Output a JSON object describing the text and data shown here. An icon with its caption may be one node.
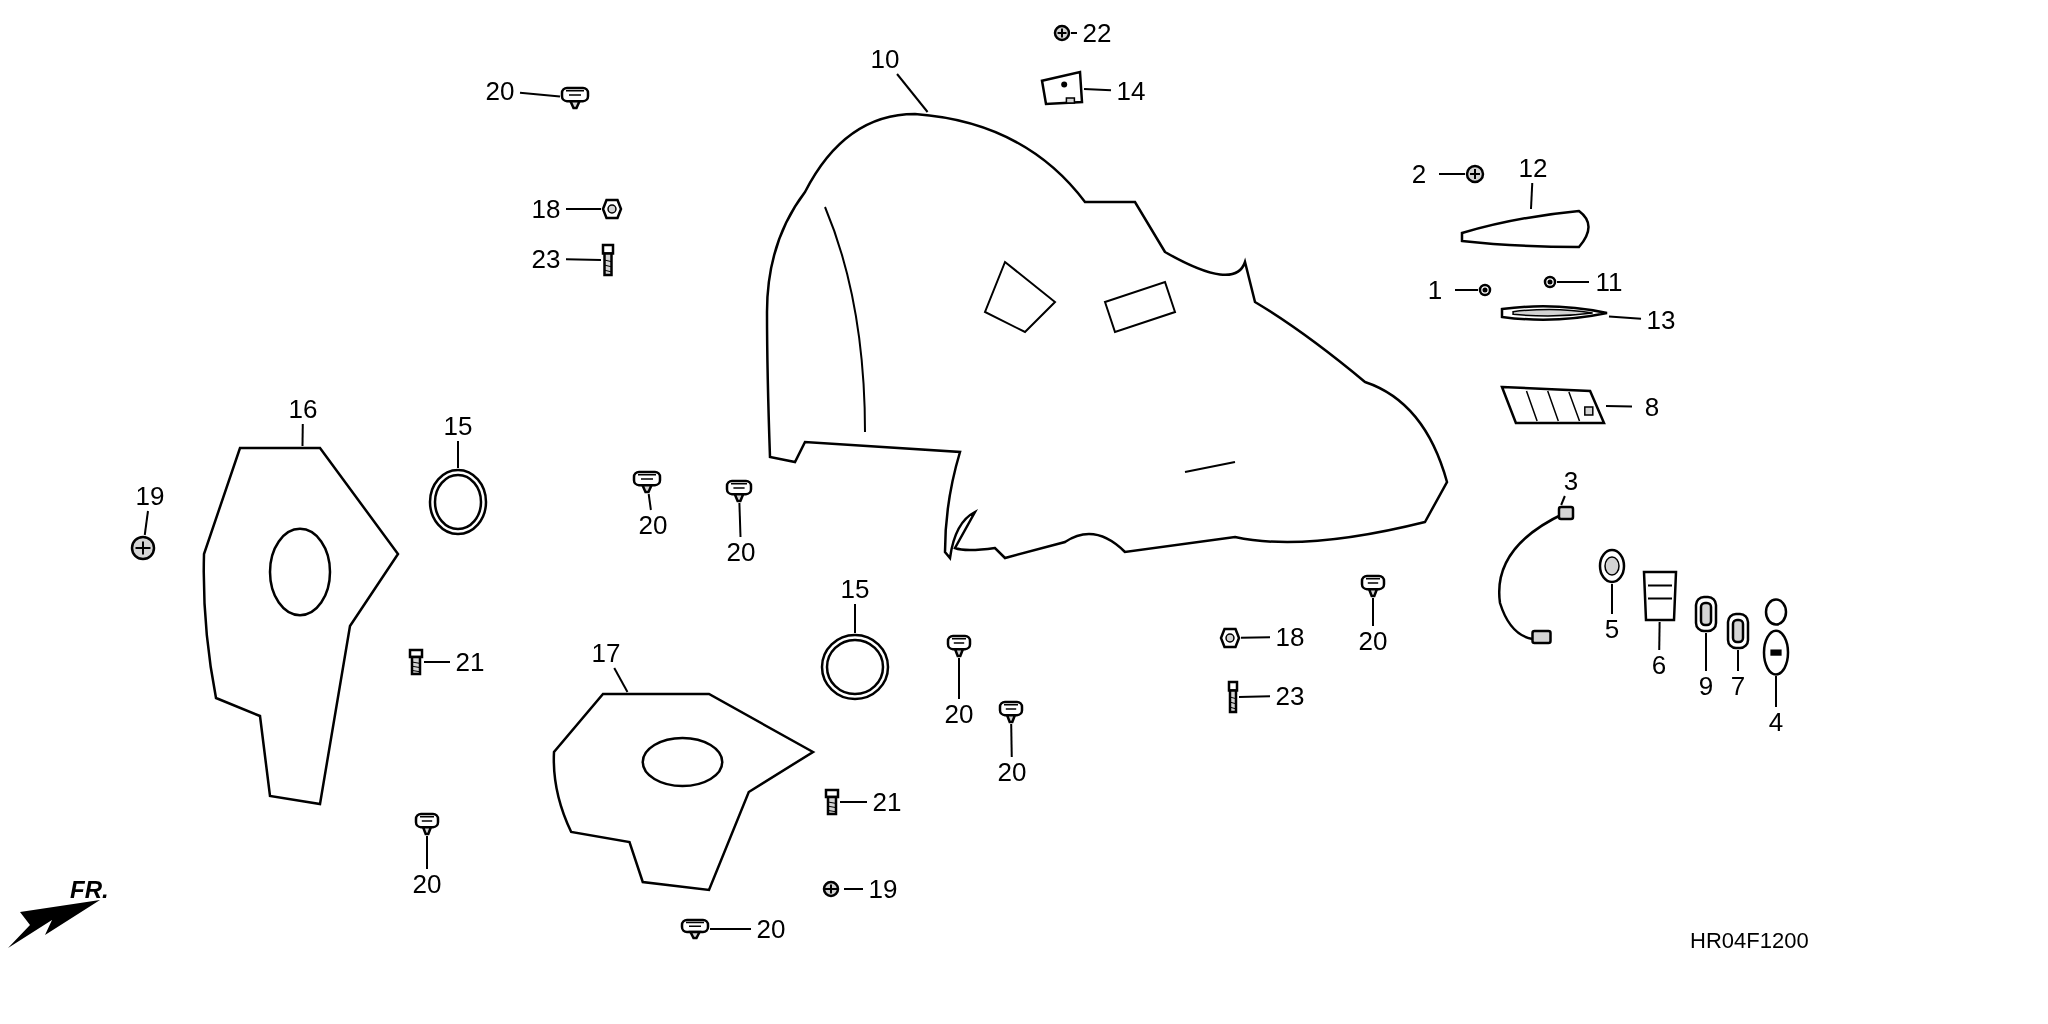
{
  "diagram": {
    "nodes": [
      {
        "text": [
          "10"
        ]
      },
      {
        "text": [
          "20"
        ]
      },
      {
        "text": [
          "22"
        ]
      },
      {
        "text": [
          "14"
        ]
      },
      {
        "text": [
          "2"
        ]
      },
      {
        "text": [
          "12"
        ]
      },
      {
        "text": [
          "18"
        ]
      },
      {
        "text": [
          "23"
        ]
      },
      {
        "text": [
          "1"
        ]
      },
      {
        "text": [
          "11"
        ]
      },
      {
        "text": [
          "13"
        ]
      },
      {
        "text": [
          "16"
        ]
      },
      {
        "text": [
          "15"
        ]
      },
      {
        "text": [
          "8"
        ]
      },
      {
        "text": [
          "19"
        ]
      },
      {
        "text": [
          "20"
        ]
      },
      {
        "text": [
          "3"
        ]
      },
      {
        "text": [
          "20"
        ]
      },
      {
        "text": [
          "15"
        ]
      },
      {
        "text": [
          "21"
        ]
      },
      {
        "text": [
          "17"
        ]
      },
      {
        "text": [
          "18"
        ]
      },
      {
        "text": [
          "5"
        ]
      },
      {
        "text": [
          "20"
        ]
      },
      {
        "text": [
          "6"
        ]
      },
      {
        "text": [
          "9"
        ]
      },
      {
        "text": [
          "7"
        ]
      },
      {
        "text": [
          "4"
        ]
      },
      {
        "text": [
          "23"
        ]
      },
      {
        "text": [
          "20"
        ]
      },
      {
        "text": [
          "21"
        ]
      },
      {
        "text": [
          "20"
        ]
      },
      {
        "text": [
          "20"
        ]
      },
      {
        "text": [
          "19"
        ]
      },
      {
        "text": [
          "20"
        ]
      },
      {
        "text": [],
        "shape": "picture"
      },
      {
        "text": [],
        "shape": "picture"
      },
      {
        "text": [],
        "shape": "picture"
      },
      {
        "text": [],
        "shape": "picture"
      },
      {
        "text": [],
        "shape": "picture"
      },
      {
        "text": [],
        "shape": "picture"
      },
      {
        "text": [],
        "shape": "picture"
      },
      {
        "text": [],
        "shape": "picture"
      },
      {
        "text": [],
        "shape": "picture"
      },
      {
        "text": [],
        "shape": "picture"
      },
      {
        "text": [],
        "shape": "picture"
      },
      {
        "text": [],
        "shape": "picture"
      },
      {
        "text": [],
        "shape": "picture"
      },
      {
        "text": [],
        "shape": "picture"
      },
      {
        "text": [],
        "shape": "picture"
      },
      {
        "text": [],
        "shape": "picture"
      },
      {
        "text": [],
        "shape": "picture"
      },
      {
        "text": [],
        "shape": "picture"
      },
      {
        "text": [],
        "shape": "picture"
      },
      {
        "text": [],
        "shape": "picture"
      },
      {
        "text": [],
        "shape": "picture"
      },
      {
        "text": [],
        "shape": "picture"
      },
      {
        "text": [],
        "shape": "picture"
      },
      {
        "text": [],
        "shape": "picture"
      },
      {
        "text": [],
        "shape": "picture"
      },
      {
        "text": [],
        "shape": "picture"
      },
      {
        "text": [],
        "shape": "picture"
      },
      {
        "text": [],
        "shape": "picture"
      },
      {
        "text": [],
        "shape": "picture"
      },
      {
        "text": [],
        "shape": "picture"
      },
      {
        "text": [],
        "shape": "picture"
      },
      {
        "text": [],
        "shape": "picture"
      },
      {
        "text": [],
        "shape": "picture"
      },
      {
        "text": [],
        "shape": "picture"
      },
      {
        "text": [],
        "shape": "picture"
      }
    ],
    "edges": [
      {
        "from": 0,
        "to": 35,
        "arrow": "none"
      },
      {
        "from": 1,
        "to": 36,
        "arrow": "none"
      },
      {
        "from": 2,
        "to": 37,
        "arrow": "none"
      },
      {
        "from": 3,
        "to": 38,
        "arrow": "none"
      },
      {
        "from": 4,
        "to": 39,
        "arrow": "none"
      },
      {
        "from": 5,
        "to": 40,
        "arrow": "none"
      },
      {
        "from": 6,
        "to": 41,
        "arrow": "none"
      },
      {
        "from": 7,
        "to": 42,
        "arrow": "none"
      },
      {
        "from": 8,
        "to": 43,
        "arrow": "none"
      },
      {
        "from": 9,
        "to": 44,
        "arrow": "none"
      },
      {
        "from": 10,
        "to": 45,
        "arrow": "none"
      },
      {
        "from": 11,
        "to": 46,
        "arrow": "none"
      },
      {
        "from": 12,
        "to": 47,
        "arrow": "none"
      },
      {
        "from": 13,
        "to": 48,
        "arrow": "none"
      },
      {
        "from": 14,
        "to": 49,
        "arrow": "none"
      },
      {
        "from": 15,
        "to": 50,
        "arrow": "none"
      },
      {
        "from": 16,
        "to": 51,
        "arrow": "none"
      },
      {
        "from": 17,
        "to": 52,
        "arrow": "none"
      },
      {
        "from": 18,
        "to": 53,
        "arrow": "none"
      },
      {
        "from": 19,
        "to": 54,
        "arrow": "none"
      },
      {
        "from": 20,
        "to": 55,
        "arrow": "none"
      },
      {
        "from": 21,
        "to": 56,
        "arrow": "none"
      },
      {
        "from": 22,
        "to": 57,
        "arrow": "none"
      },
      {
        "from": 23,
        "to": 58,
        "arrow": "none"
      },
      {
        "from": 24,
        "to": 59,
        "arrow": "none"
      },
      {
        "from": 25,
        "to": 60,
        "arrow": "none"
      },
      {
        "from": 26,
        "to": 61,
        "arrow": "none"
      },
      {
        "from": 27,
        "to": 62,
        "arrow": "none"
      },
      {
        "from": 28,
        "to": 63,
        "arrow": "none"
      },
      {
        "from": 29,
        "to": 64,
        "arrow": "none"
      },
      {
        "from": 30,
        "to": 65,
        "arrow": "none"
      },
      {
        "from": 31,
        "to": 66,
        "arrow": "none"
      },
      {
        "from": 32,
        "to": 67,
        "arrow": "none"
      },
      {
        "from": 33,
        "to": 68,
        "arrow": "none"
      },
      {
        "from": 34,
        "to": 69,
        "arrow": "none"
      }
    ],
    "labels": [
      "FR.",
      "HR04F1200"
    ]
  }
}
